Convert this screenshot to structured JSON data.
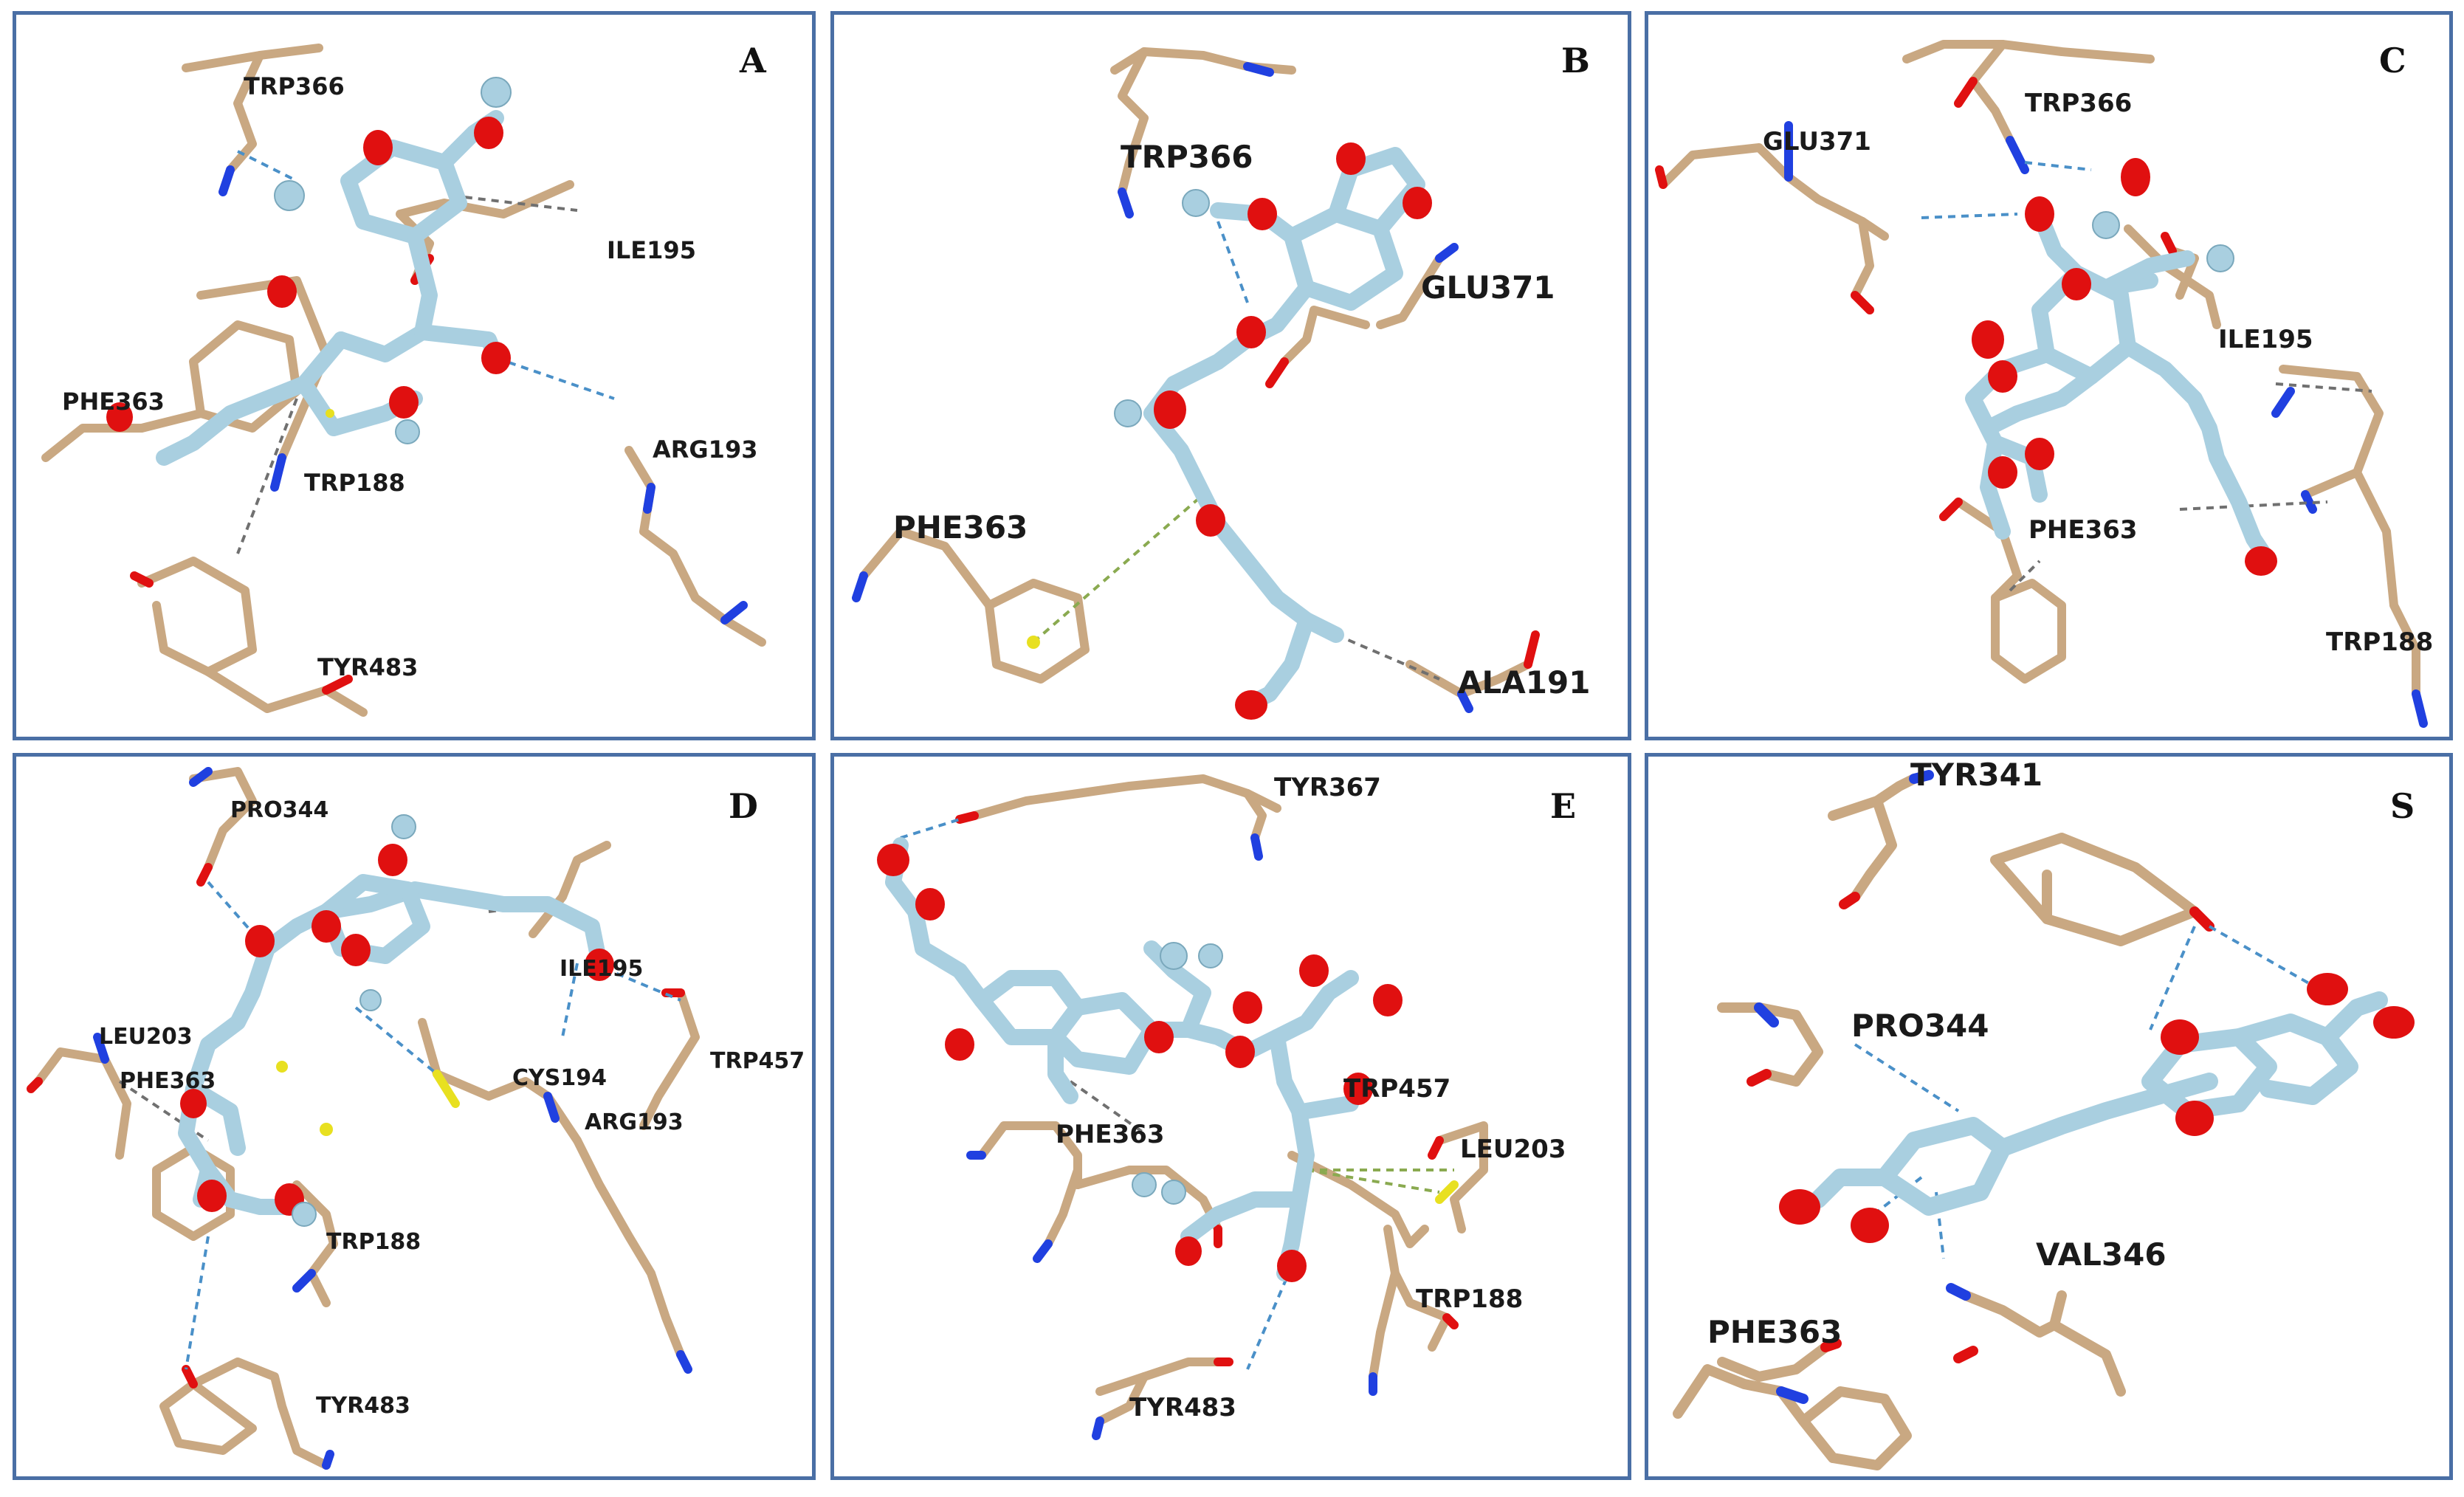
{
  "panels": [
    {
      "letter": "A",
      "labels": [
        "TRP366",
        "ILE195",
        "PHE363",
        "ARG193",
        "TRP188",
        "TYR483"
      ]
    },
    {
      "letter": "B",
      "labels": [
        "TRP366",
        "GLU371",
        "PHE363",
        "ALA191"
      ]
    },
    {
      "letter": "C",
      "labels": [
        "GLU371",
        "TRP366",
        "ILE195",
        "PHE363",
        "TRP188"
      ]
    },
    {
      "letter": "D",
      "labels": [
        "PRO344",
        "ILE195",
        "LEU203",
        "PHE363",
        "CYS194",
        "TRP457",
        "ARG193",
        "TRP188",
        "TYR483"
      ]
    },
    {
      "letter": "E",
      "labels": [
        "TYR367",
        "PHE363",
        "TRP457",
        "LEU203",
        "TRP188",
        "TYR483"
      ]
    },
    {
      "letter": "S",
      "labels": [
        "TYR341",
        "PRO344",
        "VAL346",
        "PHE363"
      ]
    }
  ],
  "colors": {
    "panel_border": "#4a6fa5",
    "residue_carbon": "#c9a882",
    "ligand_carbon": "#a9cfe0",
    "oxygen": "#e01010",
    "nitrogen": "#2040e0",
    "sulfur": "#e8e020",
    "hbond": "#4a90c8",
    "hydrophobic": "#707070",
    "pi_interaction": "#8aaa50"
  }
}
